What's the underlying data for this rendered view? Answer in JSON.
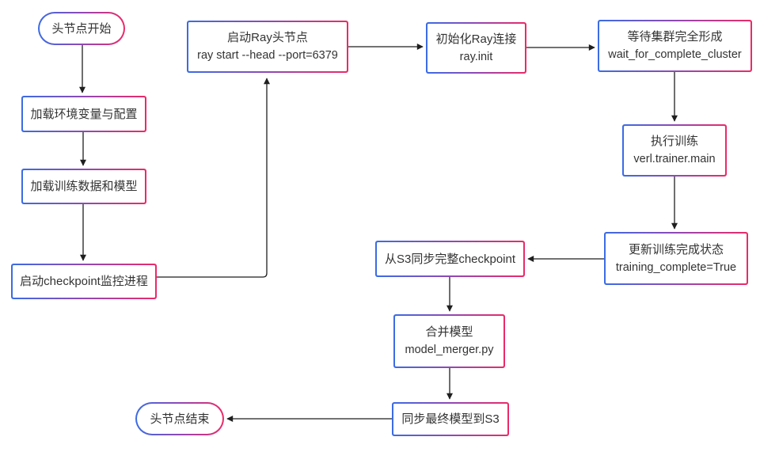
{
  "diagram": {
    "type": "flowchart",
    "direction": "top-to-bottom-left-column, then top row left-to-right, then right column down, then back left to bottom",
    "colors": {
      "border_gradient_left": "#3b6ce4",
      "border_gradient_mid": "#8f49b5",
      "border_gradient_right": "#ec2a67",
      "node_fill": "#ffffff",
      "text": "#333333",
      "arrow": "#1f1f1f",
      "background": "#ffffff"
    },
    "nodes": {
      "start": {
        "label": "头节点开始",
        "shape": "stadium"
      },
      "load_env": {
        "label": "加载环境变量与配置",
        "shape": "rect"
      },
      "load_data": {
        "label": "加载训练数据和模型",
        "shape": "rect"
      },
      "ckpt_monitor": {
        "label": "启动checkpoint监控进程",
        "shape": "rect"
      },
      "ray_head": {
        "label": "启动Ray头节点",
        "sublabel": "ray start --head --port=6379",
        "shape": "rect"
      },
      "init_ray": {
        "label": "初始化Ray连接",
        "sublabel": "ray.init",
        "shape": "rect"
      },
      "wait_cluster": {
        "label": "等待集群完全形成",
        "sublabel": "wait_for_complete_cluster",
        "shape": "rect"
      },
      "train": {
        "label": "执行训练",
        "sublabel": "verl.trainer.main",
        "shape": "rect"
      },
      "update_status": {
        "label": "更新训练完成状态",
        "sublabel": "training_complete=True",
        "shape": "rect"
      },
      "sync_ckpt": {
        "label": "从S3同步完整checkpoint",
        "shape": "rect"
      },
      "merge_model": {
        "label": "合并模型",
        "sublabel": "model_merger.py",
        "shape": "rect"
      },
      "sync_final": {
        "label": "同步最终模型到S3",
        "shape": "rect"
      },
      "end": {
        "label": "头节点结束",
        "shape": "stadium"
      }
    },
    "edges": [
      {
        "from": "start",
        "to": "load_env"
      },
      {
        "from": "load_env",
        "to": "load_data"
      },
      {
        "from": "load_data",
        "to": "ckpt_monitor"
      },
      {
        "from": "ckpt_monitor",
        "to": "ray_head"
      },
      {
        "from": "ray_head",
        "to": "init_ray"
      },
      {
        "from": "init_ray",
        "to": "wait_cluster"
      },
      {
        "from": "wait_cluster",
        "to": "train"
      },
      {
        "from": "train",
        "to": "update_status"
      },
      {
        "from": "update_status",
        "to": "sync_ckpt"
      },
      {
        "from": "sync_ckpt",
        "to": "merge_model"
      },
      {
        "from": "merge_model",
        "to": "sync_final"
      },
      {
        "from": "sync_final",
        "to": "end"
      }
    ]
  }
}
